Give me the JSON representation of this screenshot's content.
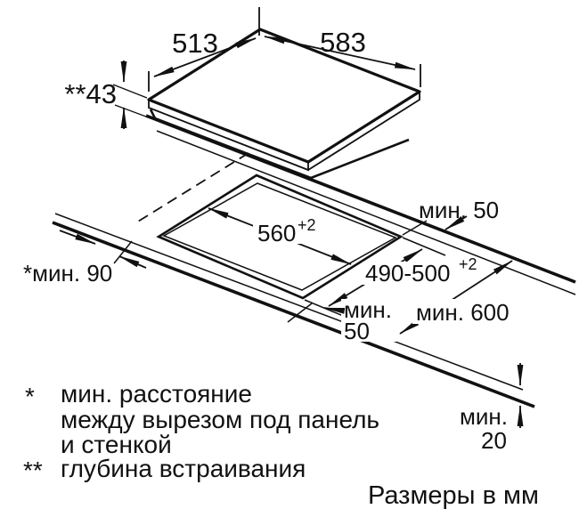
{
  "diagram": {
    "panel_dims": {
      "width": "583",
      "depth": "513",
      "build_in_depth": "**43"
    },
    "cutout_dims": {
      "width": "560",
      "width_tol": "+2",
      "depth": "490-500",
      "depth_tol": "+2"
    },
    "clearances": {
      "back": "мин. 50",
      "side": "*мин. 90",
      "front_l1": "мин.",
      "front_l2": "50",
      "worktop_depth": "мин. 600",
      "below_l1": "мин.",
      "below_l2": "20"
    },
    "footnotes": {
      "star": "*",
      "star_l1": "мин. расстояние",
      "star_l2": "между вырезом под панель",
      "star_l3": "и стенкой",
      "double_star": "**",
      "double_star_text": "глубина встраивания"
    },
    "units_note": "Размеры в мм",
    "ink_color": "#111111",
    "background": "#ffffff"
  }
}
